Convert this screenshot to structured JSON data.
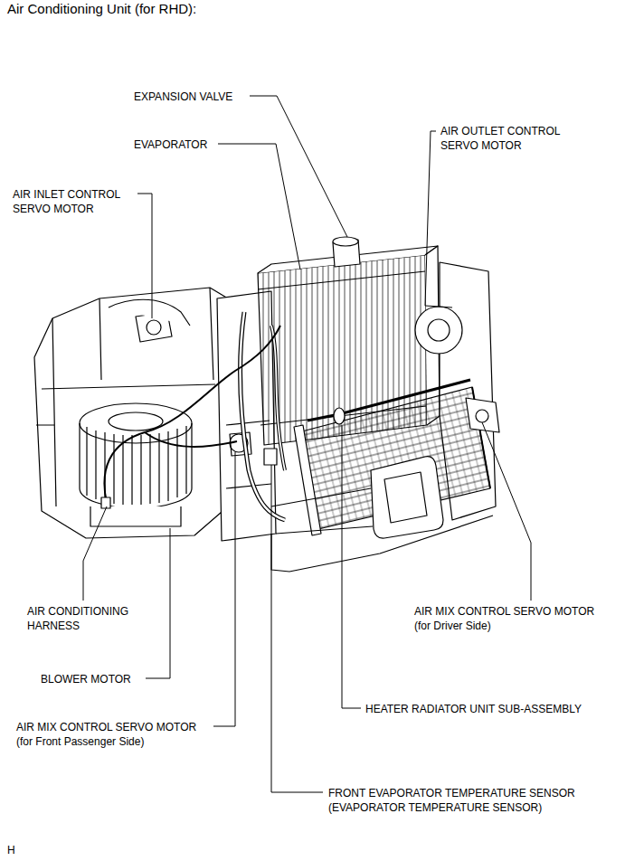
{
  "diagram": {
    "title": "Air Conditioning Unit (for RHD):",
    "labels": [
      "EXPANSION VALVE",
      "EVAPORATOR",
      "AIR OUTLET CONTROL SERVO MOTOR",
      "AIR INLET CONTROL SERVO MOTOR",
      "AIR CONDITIONING HARNESS",
      "BLOWER MOTOR",
      "AIR MIX CONTROL SERVO MOTOR (for Front Passenger Side)",
      "FRONT EVAPORATOR TEMPERATURE SENSOR (EVAPORATOR TEMPERATURE SENSOR)",
      "HEATER RADIATOR UNIT SUB-ASSEMBLY",
      "AIR MIX CONTROL SERVO MOTOR (for Driver Side)",
      "H"
    ]
  }
}
